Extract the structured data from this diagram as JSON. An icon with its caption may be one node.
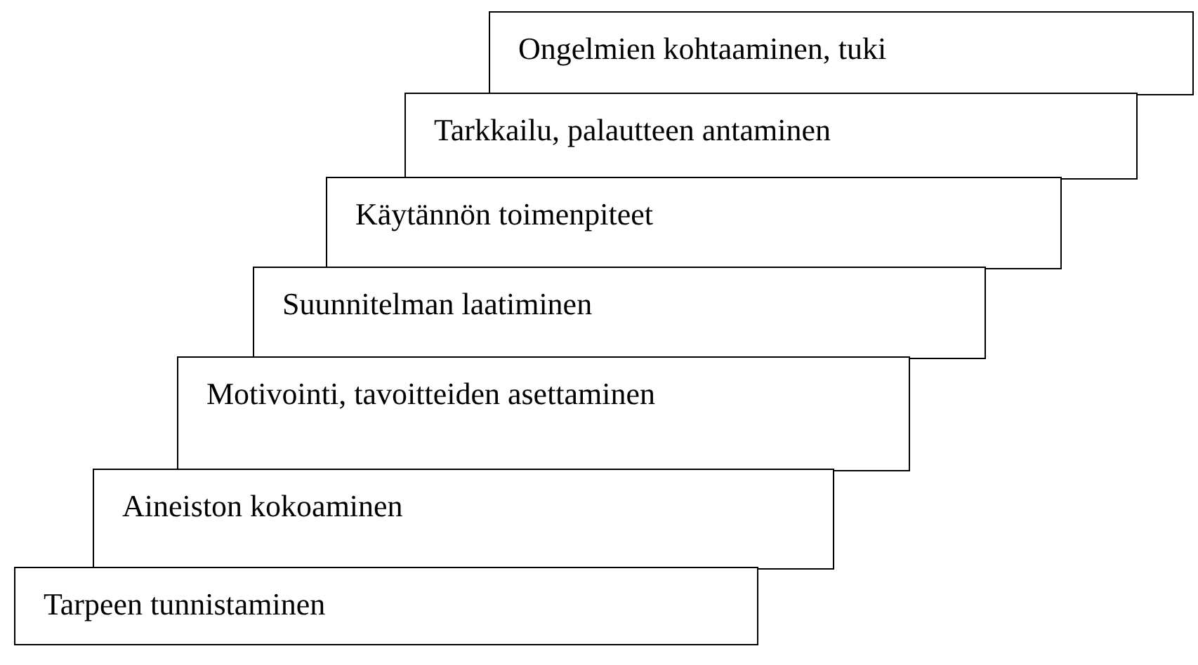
{
  "diagram": {
    "nodes": [
      {
        "text": [
          "Ongelmien kohtaaminen, tuki"
        ]
      },
      {
        "text": [
          "Tarkkailu, palautteen antaminen"
        ]
      },
      {
        "text": [
          "Käytännön toimenpiteet"
        ]
      },
      {
        "text": [
          "Suunnitelman laatiminen"
        ]
      },
      {
        "text": [
          "Motivointi, tavoitteiden asettaminen"
        ]
      },
      {
        "text": [
          "Aineiston kokoaminen"
        ]
      },
      {
        "text": [
          "Tarpeen tunnistaminen"
        ]
      }
    ]
  }
}
